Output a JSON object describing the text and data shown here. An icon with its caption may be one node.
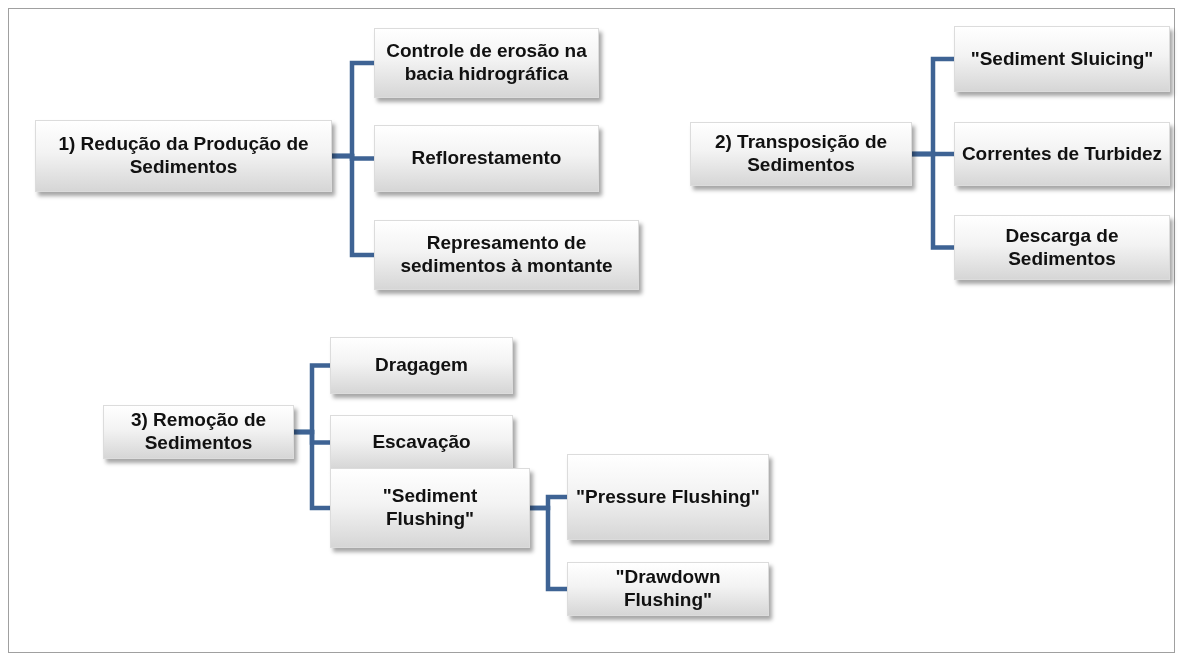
{
  "diagram": {
    "nodes": [
      {
        "text": [
          "1) Redução da Produção de Sedimentos"
        ]
      },
      {
        "text": [
          "Controle de erosão na bacia hidrográfica"
        ]
      },
      {
        "text": [
          "Reflorestamento"
        ]
      },
      {
        "text": [
          "Represamento de sedimentos à montante"
        ]
      },
      {
        "text": [
          "2) Transposição de Sedimentos"
        ]
      },
      {
        "text": [
          "\"Sediment Sluicing\""
        ]
      },
      {
        "text": [
          "Correntes de Turbidez"
        ]
      },
      {
        "text": [
          "Descarga de Sedimentos"
        ]
      },
      {
        "text": [
          "3) Remoção de Sedimentos"
        ]
      },
      {
        "text": [
          "Dragagem"
        ]
      },
      {
        "text": [
          "Escavação"
        ]
      },
      {
        "text": [
          "\"Sediment Flushing\""
        ]
      },
      {
        "text": [
          "\"Pressure Flushing\""
        ]
      },
      {
        "text": [
          "\"Drawdown Flushing\""
        ]
      }
    ],
    "edges": [
      {
        "from": 0,
        "to": 1,
        "arrow": "none"
      },
      {
        "from": 0,
        "to": 2,
        "arrow": "none"
      },
      {
        "from": 0,
        "to": 3,
        "arrow": "none"
      },
      {
        "from": 4,
        "to": 5,
        "arrow": "none"
      },
      {
        "from": 4,
        "to": 6,
        "arrow": "none"
      },
      {
        "from": 4,
        "to": 7,
        "arrow": "none"
      },
      {
        "from": 8,
        "to": 9,
        "arrow": "none"
      },
      {
        "from": 8,
        "to": 10,
        "arrow": "none"
      },
      {
        "from": 8,
        "to": 11,
        "arrow": "none"
      },
      {
        "from": 11,
        "to": 12,
        "arrow": "none"
      },
      {
        "from": 11,
        "to": 13,
        "arrow": "none"
      }
    ]
  }
}
